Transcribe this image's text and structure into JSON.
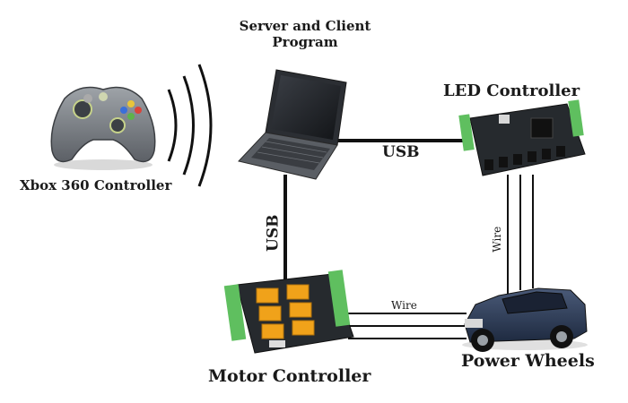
{
  "nodes": {
    "xbox": {
      "label": "Xbox 360 Controller"
    },
    "laptop": {
      "label_line1": "Server and Client",
      "label_line2": "Program"
    },
    "led": {
      "label": "LED Controller"
    },
    "motor": {
      "label": "Motor Controller"
    },
    "car": {
      "label": "Power Wheels"
    }
  },
  "links": {
    "usb_horizontal": "USB",
    "usb_vertical": "USB",
    "wire_vertical": "Wire",
    "wire_horizontal": "Wire"
  },
  "colors": {
    "line": "#111111",
    "board": "#262a2e",
    "terminal": "#5fbf5f",
    "relay": "#f0a21a",
    "controller_body": "#7c8085",
    "car_body": "#2f3f5a"
  }
}
